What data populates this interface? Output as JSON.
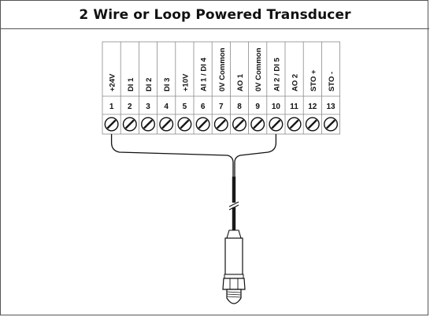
{
  "title": "2 Wire or Loop Powered Transducer",
  "terminals": [
    {
      "number": "1",
      "label": "+24V"
    },
    {
      "number": "2",
      "label": "DI 1"
    },
    {
      "number": "3",
      "label": "DI 2"
    },
    {
      "number": "4",
      "label": "DI 3"
    },
    {
      "number": "5",
      "label": "+10V"
    },
    {
      "number": "6",
      "label": "AI 1 / DI 4"
    },
    {
      "number": "7",
      "label": "0V Common"
    },
    {
      "number": "8",
      "label": "AO 1"
    },
    {
      "number": "9",
      "label": "0V Common"
    },
    {
      "number": "10",
      "label": "AI 2 / DI 5"
    },
    {
      "number": "11",
      "label": "AO 2"
    },
    {
      "number": "12",
      "label": "STO +"
    },
    {
      "number": "13",
      "label": "STO -"
    }
  ],
  "wired_terminals": [
    "1",
    "10"
  ],
  "icons": {
    "screw": "screw-terminal-icon",
    "sensor": "pressure-transducer-icon"
  }
}
